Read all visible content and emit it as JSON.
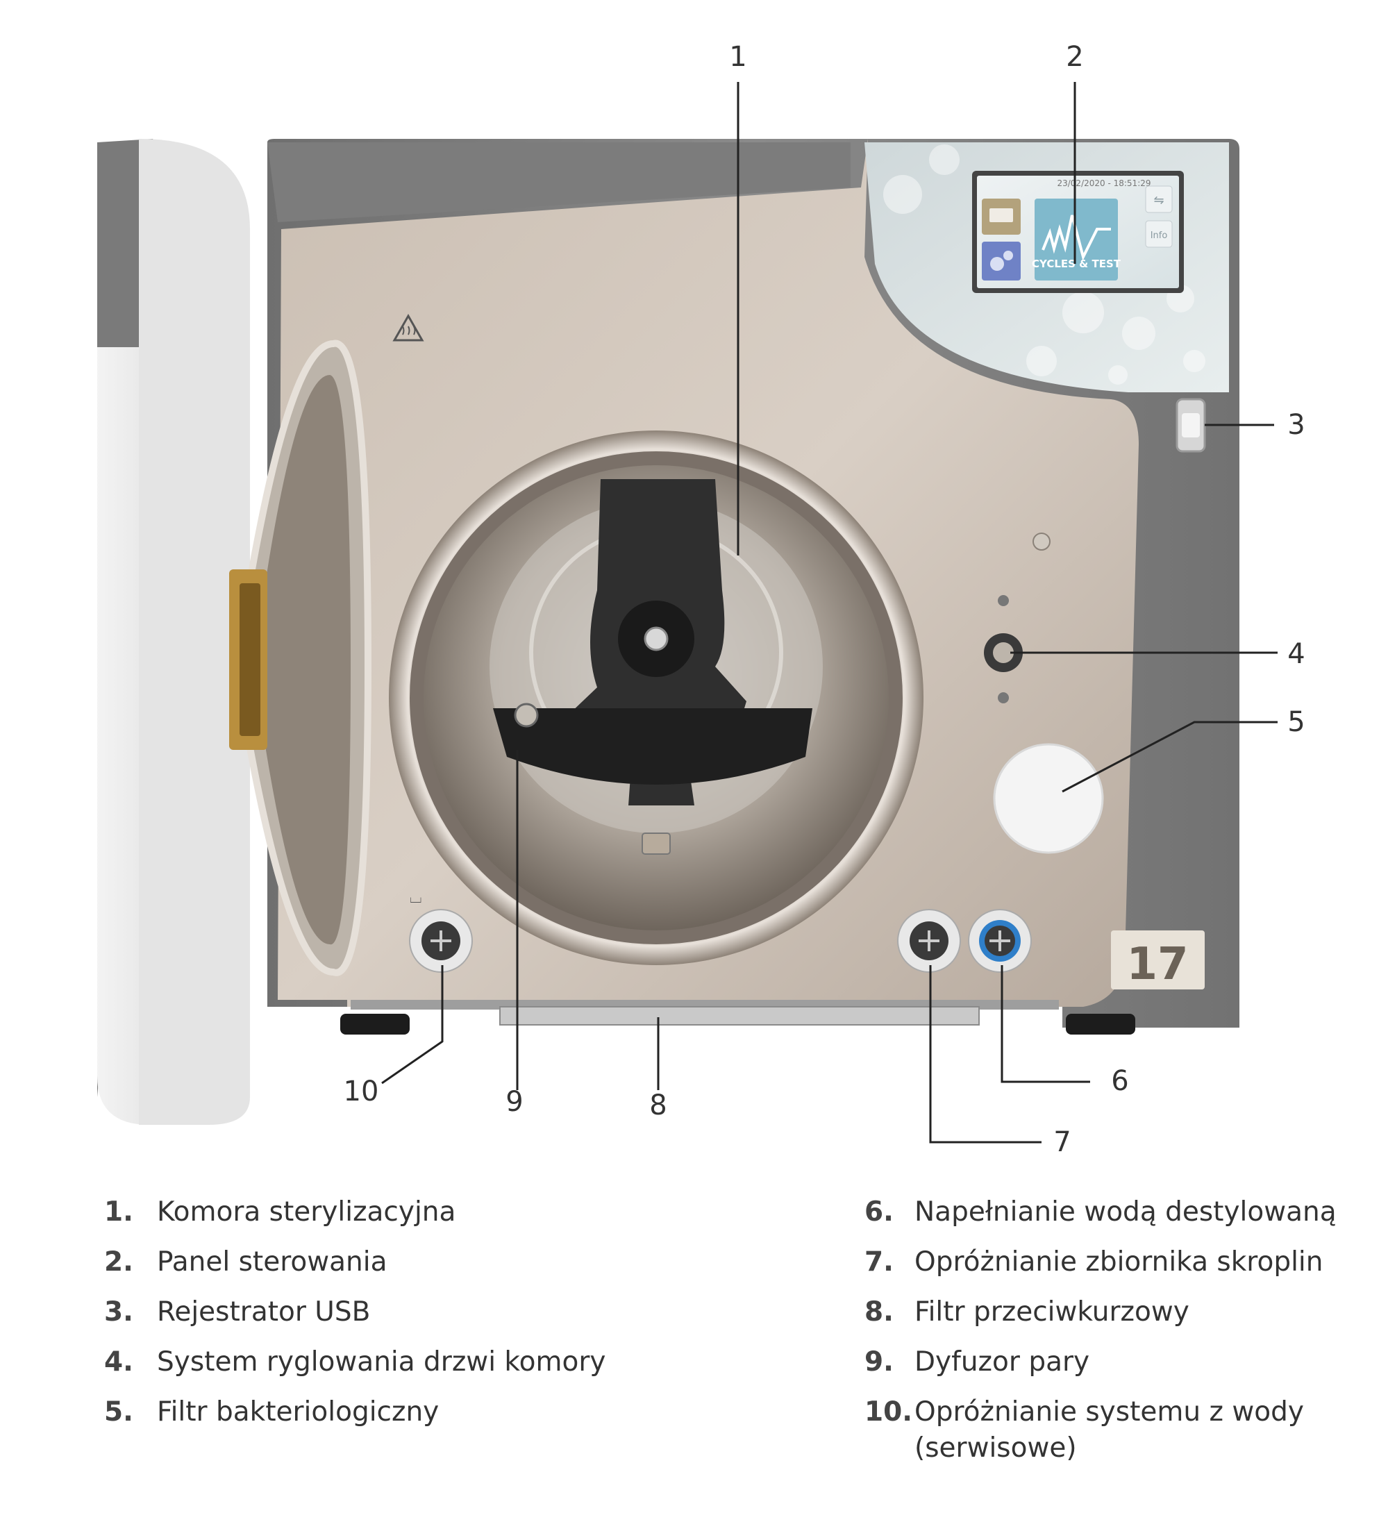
{
  "device": {
    "screen": {
      "datetime": "23/02/2020 - 18:51:29",
      "main_tile": "CYCLES & TEST",
      "usb_label": "⇋",
      "info_label": "Info"
    },
    "model_badge": "17"
  },
  "callouts": [
    {
      "num": "1"
    },
    {
      "num": "2"
    },
    {
      "num": "3"
    },
    {
      "num": "4"
    },
    {
      "num": "5"
    },
    {
      "num": "6"
    },
    {
      "num": "7"
    },
    {
      "num": "8"
    },
    {
      "num": "9"
    },
    {
      "num": "10"
    }
  ],
  "legend": {
    "left": [
      {
        "num": "1.",
        "text": "Komora sterylizacyjna"
      },
      {
        "num": "2.",
        "text": "Panel sterowania"
      },
      {
        "num": "3.",
        "text": "Rejestrator USB"
      },
      {
        "num": "4.",
        "text": "System ryglowania drzwi komory"
      },
      {
        "num": "5.",
        "text": "Filtr bakteriologiczny"
      }
    ],
    "right": [
      {
        "num": "6.",
        "text": "Napełnianie wodą destylowaną"
      },
      {
        "num": "7.",
        "text": "Opróżnianie zbiornika skroplin"
      },
      {
        "num": "8.",
        "text": "Filtr przeciwkurzowy"
      },
      {
        "num": "9.",
        "text": "Dyfuzor pary"
      },
      {
        "num": "10.",
        "text": "Opróżnianie systemu z wody (serwisowe)"
      }
    ]
  }
}
